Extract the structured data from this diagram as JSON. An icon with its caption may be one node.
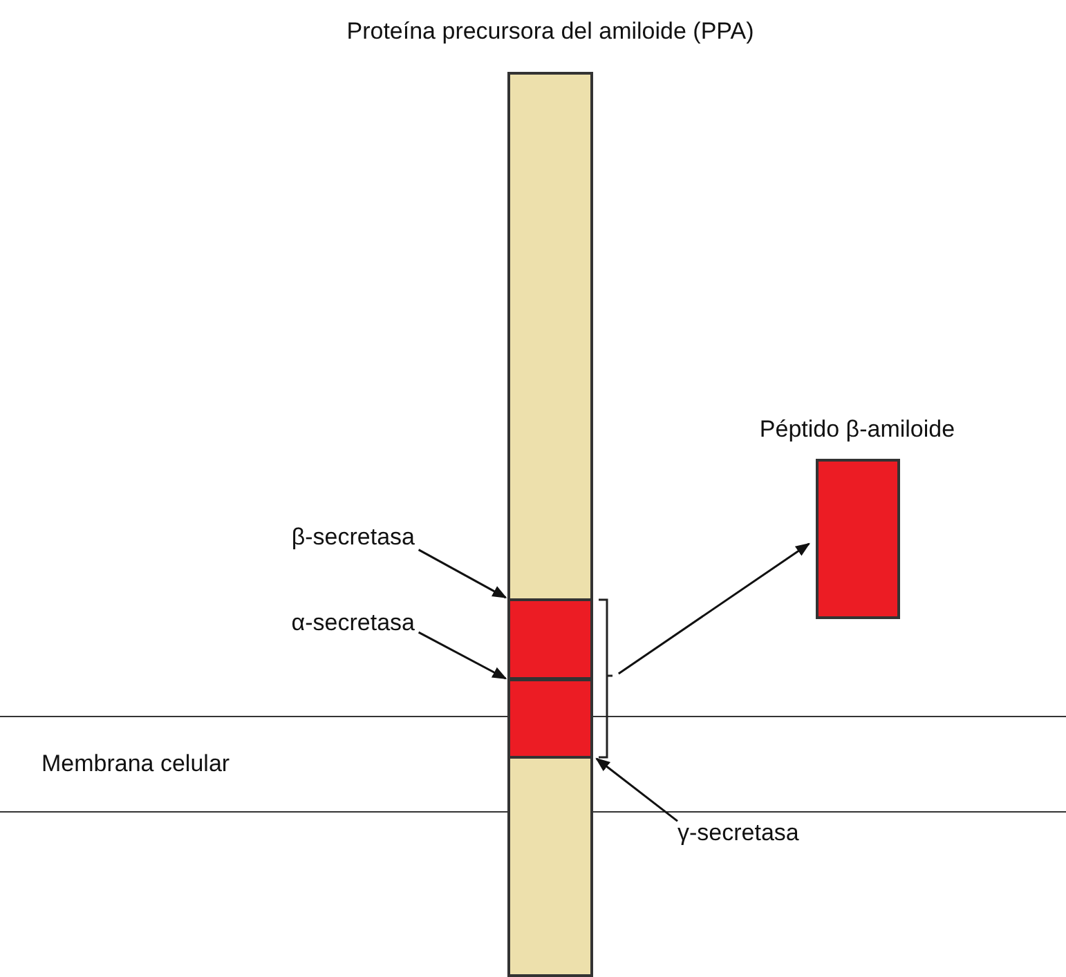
{
  "diagram": {
    "nodes": [
      {
        "text": [
          "Proteína precursora del amiloide (PPA)"
        ]
      },
      {
        "text": [],
        "shape": "box",
        "in": 0
      },
      {
        "text": [],
        "shape": "box",
        "in": 0
      },
      {
        "text": [
          "β-secretasa"
        ]
      },
      {
        "text": [
          "α-secretasa"
        ]
      },
      {
        "text": [
          "γ-secretasa"
        ]
      },
      {
        "text": [
          "Péptido β-amiloide"
        ]
      },
      {
        "text": [],
        "shape": "bracket"
      }
    ],
    "edges": [
      {
        "from": 3,
        "to": 1,
        "arrow": "to"
      },
      {
        "from": 4,
        "to": 2,
        "arrow": "to"
      },
      {
        "from": 5,
        "to": 2,
        "arrow": "to"
      },
      {
        "from": 7,
        "to": 6,
        "arrow": "to"
      }
    ],
    "labels": [
      "Membrana celular"
    ]
  }
}
